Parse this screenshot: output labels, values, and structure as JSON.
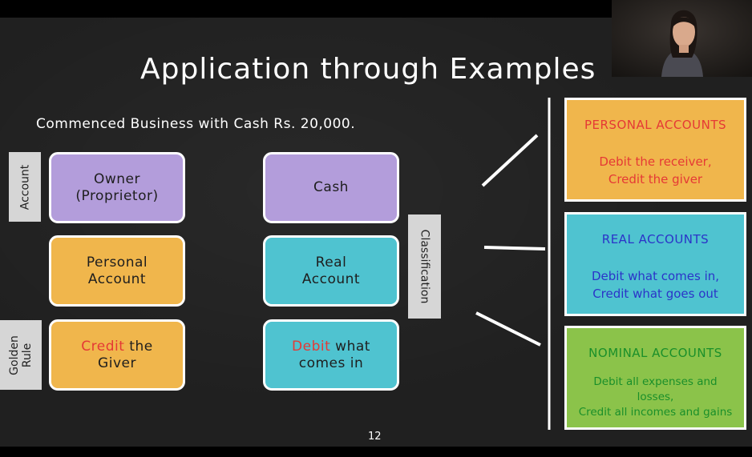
{
  "slide": {
    "title": "Application through Examples",
    "subtitle": "Commenced Business with Cash Rs. 20,000.",
    "page_number": "12",
    "side_labels": {
      "account": "Account",
      "golden_rule": "Golden Rule",
      "classification": "Classification"
    },
    "boxes": {
      "owner": {
        "line1": "Owner",
        "line2": "(Proprietor)"
      },
      "cash": "Cash",
      "personal": {
        "line1": "Personal",
        "line2": "Account"
      },
      "real": {
        "line1": "Real",
        "line2": "Account"
      },
      "credit": {
        "highlight": "Credit",
        "rest1": " the",
        "line2": "Giver"
      },
      "debit": {
        "highlight": "Debit",
        "rest1": " what",
        "line2": "comes in"
      }
    },
    "rules": {
      "personal": {
        "title": "PERSONAL ACCOUNTS",
        "line1": "Debit the receiver,",
        "line2": "Credit the giver"
      },
      "real": {
        "title": "REAL ACCOUNTS",
        "line1": "Debit what comes in,",
        "line2": "Credit what goes out"
      },
      "nominal": {
        "title": "NOMINAL ACCOUNTS",
        "line1": "Debit all expenses and",
        "line2": "losses,",
        "line3": "Credit all incomes and gains"
      }
    }
  },
  "colors": {
    "background": "#202020",
    "purple": "#b39ddb",
    "orange": "#f0b64c",
    "teal": "#4fc3d0",
    "green": "#8bc34a",
    "red_text": "#e53935",
    "blue_text": "#2b34c8",
    "green_text": "#1a8f2a"
  },
  "webcam": {
    "icon": "person-video-feed"
  }
}
